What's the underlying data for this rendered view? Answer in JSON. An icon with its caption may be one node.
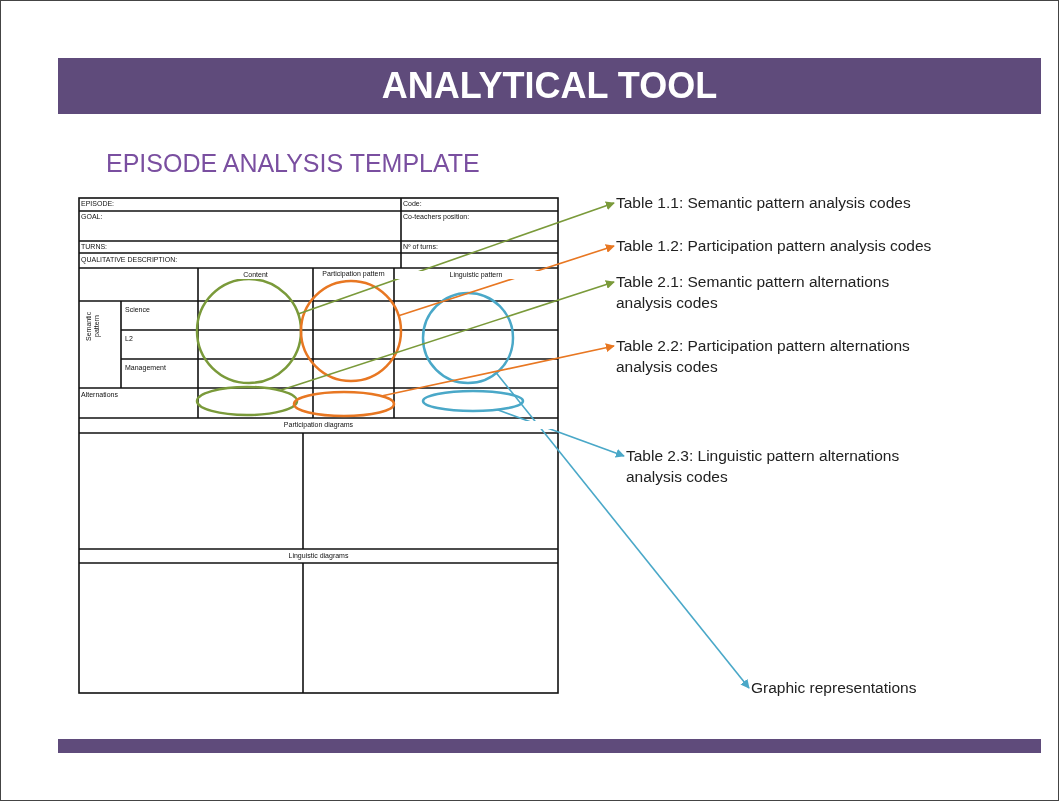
{
  "diagram": {
    "title": "ANALYTICAL TOOL",
    "nodes": [
      {
        "text": [
          "Table 1.1: Semantic pattern analysis codes"
        ]
      },
      {
        "text": [
          "Table 1.2: Participation pattern analysis codes"
        ]
      },
      {
        "text": [
          "Table 2.1: Semantic pattern alternations analysis codes"
        ]
      },
      {
        "text": [
          "Table 2.2: Participation pattern alternations analysis codes"
        ]
      },
      {
        "text": [
          "Table 2.3: Linguistic pattern alternations analysis codes"
        ]
      },
      {
        "text": [
          "Graphic representations"
        ]
      },
      {
        "text": [],
        "shape": "circle"
      },
      {
        "text": [],
        "shape": "circle"
      },
      {
        "text": [],
        "shape": "circle"
      },
      {
        "text": [],
        "shape": "ellipse"
      },
      {
        "text": [],
        "shape": "ellipse"
      },
      {
        "text": [],
        "shape": "ellipse"
      }
    ],
    "edges": [
      {
        "from": 6,
        "to": 0,
        "arrow": "to",
        "color": "#7a9a3a"
      },
      {
        "from": 7,
        "to": 1,
        "arrow": "to",
        "color": "#e87722"
      },
      {
        "from": 9,
        "to": 2,
        "arrow": "to",
        "color": "#7a9a3a"
      },
      {
        "from": 10,
        "to": 3,
        "arrow": "to",
        "color": "#e87722"
      },
      {
        "from": 11,
        "to": 4,
        "arrow": "to",
        "color": "#4aa8c8"
      },
      {
        "from": 8,
        "to": 5,
        "arrow": "to",
        "color": "#4aa8c8"
      }
    ],
    "labels": [
      "EPISODE ANALYSIS TEMPLATE",
      "EPISODE:",
      "Code:",
      "GOAL:",
      "Co-teachers position:",
      "TURNS:",
      "Nº of turns:",
      "QUALITATIVE DESCRIPTION:",
      "Content",
      "Participation pattern",
      "Linguistic pattern",
      "Semantic pattern",
      "Science",
      "L2",
      "Management",
      "Alternations",
      "Participation diagrams",
      "Linguistic diagrams"
    ]
  }
}
